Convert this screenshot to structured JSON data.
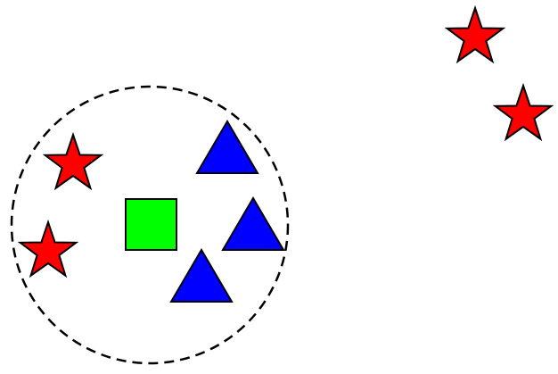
{
  "colors": {
    "background": "#ffffff",
    "star_fill": "#ff0000",
    "triangle_fill": "#0000ff",
    "square_fill": "#00ff00",
    "outline": "#000000"
  },
  "shapes": {
    "circle": {
      "style": "dashed"
    },
    "stars_inside": 2,
    "stars_outside": 2,
    "triangles_inside": 3,
    "squares_inside": 1
  }
}
